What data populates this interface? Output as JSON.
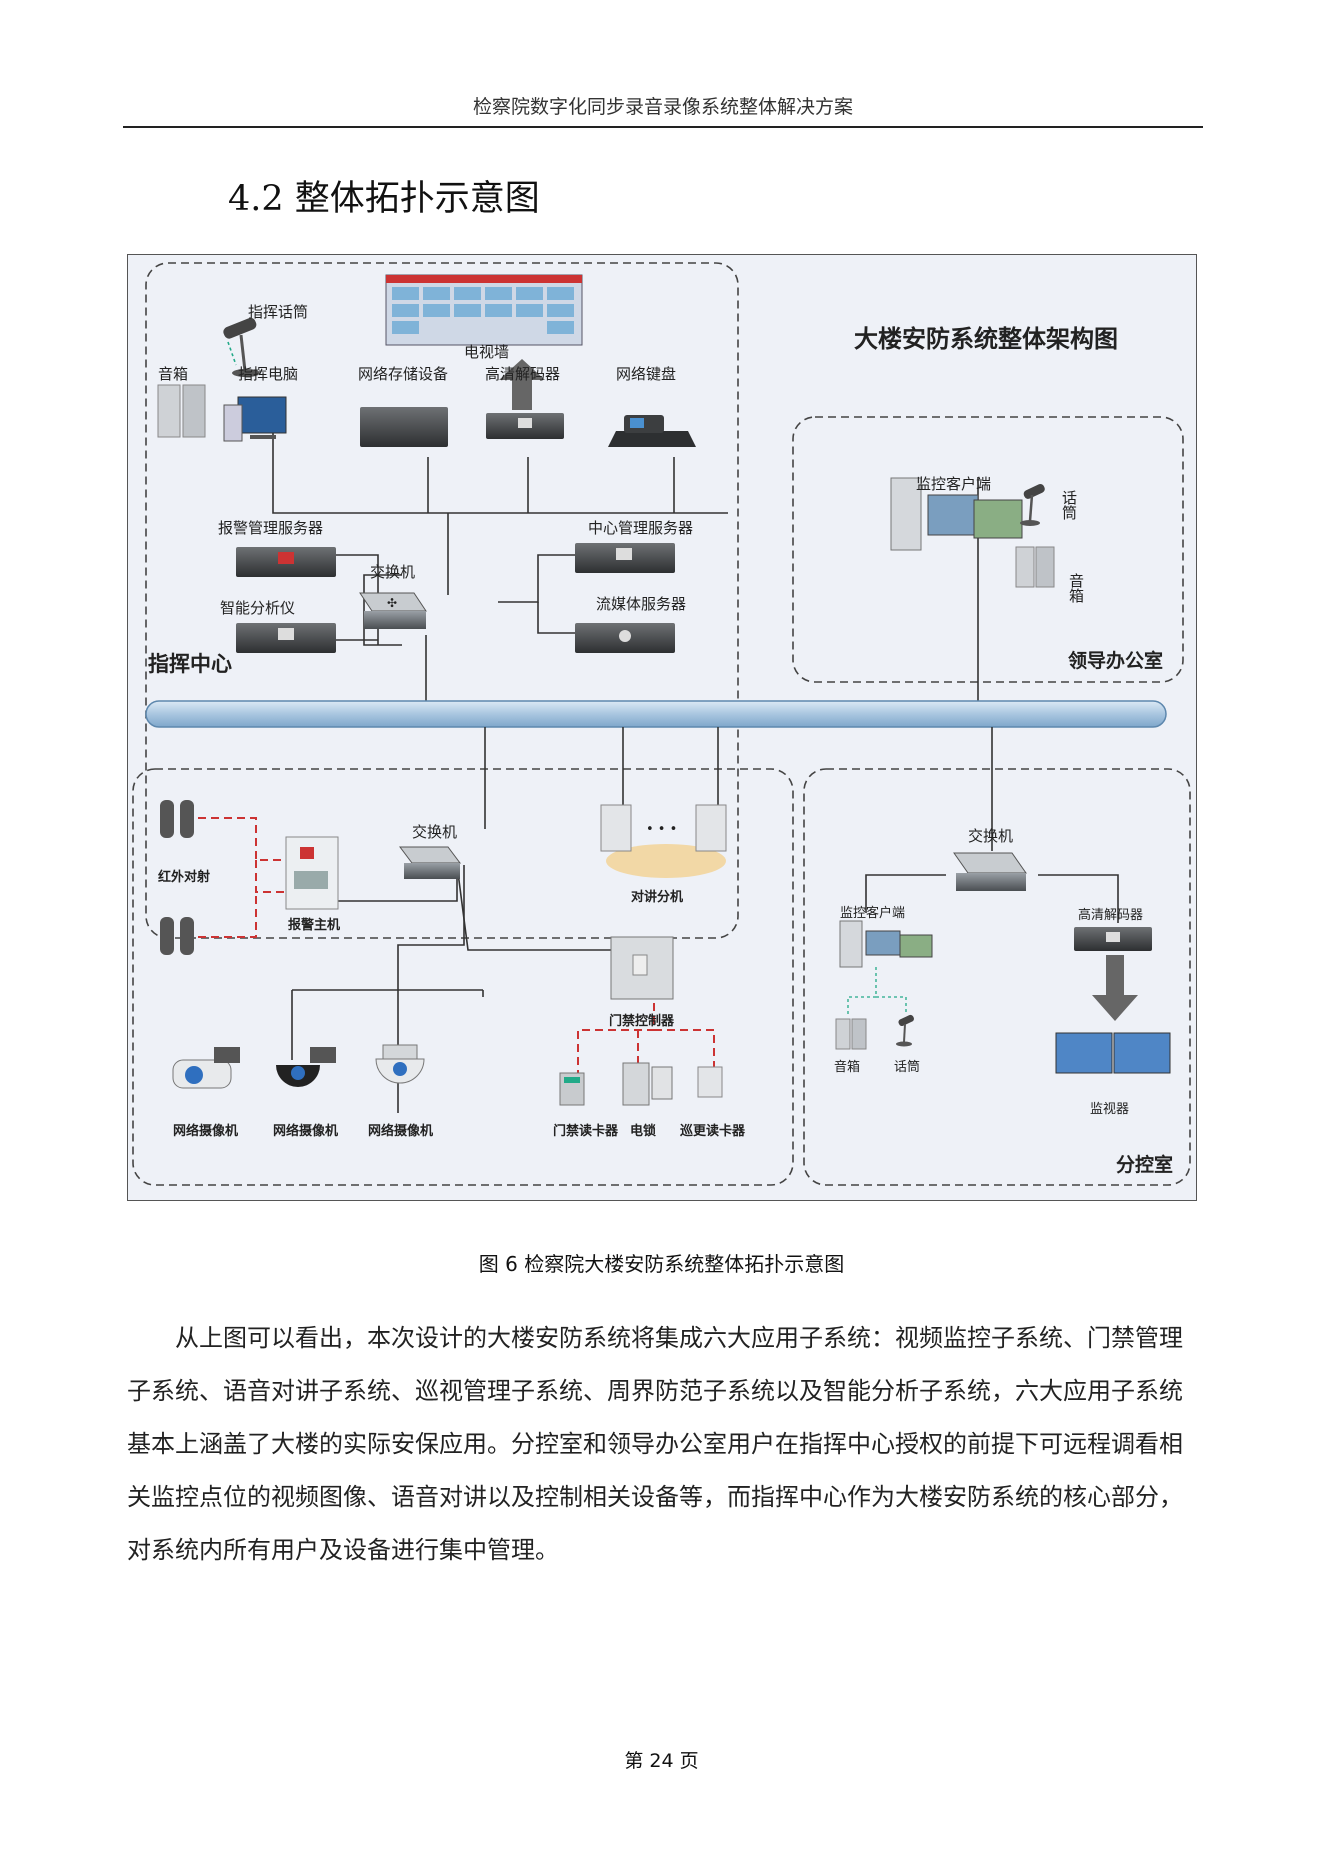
{
  "header": {
    "title": "检察院数字化同步录音录像系统整体解决方案"
  },
  "section": {
    "title": "4.2  整体拓扑示意图"
  },
  "diagram": {
    "title": "大楼安防系统整体架构图",
    "zones": {
      "command_center": "指挥中心",
      "leader_office": "领导办公室",
      "sub_control": "分控室"
    },
    "command": {
      "microphone": "指挥话筒",
      "video_wall": "电视墙",
      "speaker": "音箱",
      "command_pc": "指挥电脑",
      "storage": "网络存储设备",
      "hd_decoder": "高清解码器",
      "keyboard": "网络键盘",
      "alarm_server": "报警管理服务器",
      "central_server": "中心管理服务器",
      "switch": "交换机",
      "analyzer": "智能分析仪",
      "media_server": "流媒体服务器"
    },
    "leader": {
      "client": "监控客户端",
      "microphone": "话筒",
      "speaker": "音箱"
    },
    "building": {
      "ir_beam": "红外对射",
      "alarm_host": "报警主机",
      "switch": "交换机",
      "intercom": "对讲分机",
      "intercom_dots": "• • •",
      "access_controller": "门禁控制器",
      "camera_1": "网络摄像机",
      "camera_2": "网络摄像机",
      "camera_3": "网络摄像机",
      "card_reader": "门禁读卡器",
      "lock": "电锁",
      "patrol_reader": "巡更读卡器"
    },
    "sub": {
      "switch": "交换机",
      "client": "监控客户端",
      "hd_decoder": "高清解码器",
      "speaker": "音箱",
      "microphone": "话筒",
      "monitor": "监视器"
    }
  },
  "caption": "图 6 检察院大楼安防系统整体拓扑示意图",
  "paragraph": "从上图可以看出，本次设计的大楼安防系统将集成六大应用子系统：视频监控子系统、门禁管理子系统、语音对讲子系统、巡视管理子系统、周界防范子系统以及智能分析子系统，六大应用子系统基本上涵盖了大楼的实际安保应用。分控室和领导办公室用户在指挥中心授权的前提下可远程调看相关监控点位的视频图像、语音对讲以及控制相关设备等，而指挥中心作为大楼安防系统的核心部分，对系统内所有用户及设备进行集中管理。",
  "footer": {
    "page": "第 24 页"
  }
}
